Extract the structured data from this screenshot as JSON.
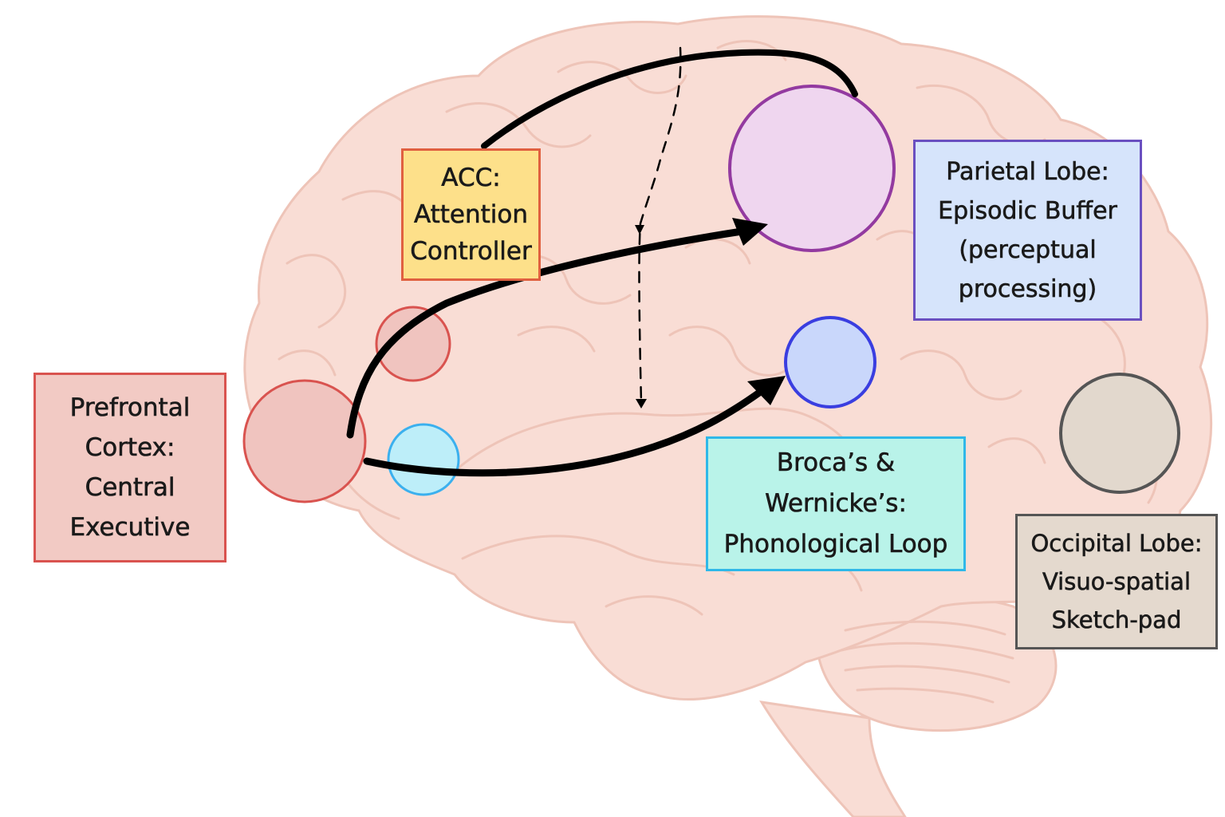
{
  "colors": {
    "brain_fill": "#f9ddd5",
    "brain_outline": "#eec4b8",
    "arrow": "#000000",
    "prefrontal": {
      "fill": "#f2cac4",
      "border": "#d9534f"
    },
    "acc": {
      "fill": "#fde08a",
      "border": "#e06040"
    },
    "parietal": {
      "fill": "#d6e4fb",
      "border": "#6a4fc0"
    },
    "broca": {
      "fill": "#b9f3e9",
      "border": "#2fb8e8"
    },
    "occipital": {
      "fill": "#e4d9ce",
      "border": "#555555"
    }
  },
  "nodes": {
    "prefrontal_main": {
      "fill": "#f0c4bf",
      "stroke": "#d9534f"
    },
    "prefrontal_upper": {
      "fill": "#f0c4bf",
      "stroke": "#d9534f"
    },
    "prefrontal_lower": {
      "fill": "#bdeef9",
      "stroke": "#3bb0ee"
    },
    "parietal": {
      "fill": "#efd6ef",
      "stroke": "#933aa0"
    },
    "phonological": {
      "fill": "#c9d7fb",
      "stroke": "#3a3ee0"
    },
    "occipital": {
      "fill": "#e2d8cd",
      "stroke": "#555555"
    }
  },
  "labels": {
    "prefrontal": [
      "Prefrontal",
      "Cortex:",
      "Central",
      "Executive"
    ],
    "acc": [
      "ACC:",
      "Attention",
      "Controller"
    ],
    "parietal": [
      "Parietal Lobe:",
      "Episodic Buffer",
      "(perceptual",
      "processing)"
    ],
    "broca": [
      "Broca’s  &",
      "Wernicke’s:",
      "Phonological Loop"
    ],
    "occipital": [
      "Occipital Lobe:",
      "Visuo-spatial",
      "Sketch-pad"
    ]
  }
}
